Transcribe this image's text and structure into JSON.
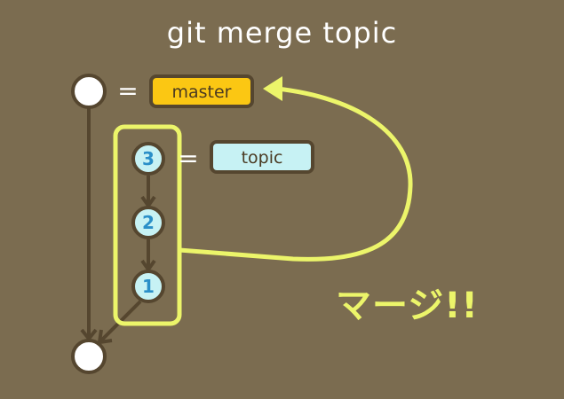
{
  "title": "git merge topic",
  "labels": {
    "master": "master",
    "topic": "topic",
    "equals": "="
  },
  "commits": [
    {
      "id": "3"
    },
    {
      "id": "2"
    },
    {
      "id": "1"
    }
  ],
  "merge_text": "マージ!!",
  "colors": {
    "background": "#7b6c50",
    "line": "#55462f",
    "master_fill": "#fbc713",
    "topic_fill": "#c7f2f4",
    "commit_fill": "#c7f2f4",
    "commit_text": "#2a8fc8",
    "highlight": "#ecf56a",
    "white": "#ffffff"
  }
}
